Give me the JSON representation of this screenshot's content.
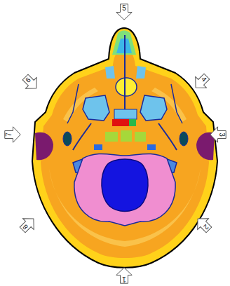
{
  "diagram": {
    "nodes": [
      {
        "text": [
          "5"
        ]
      },
      {
        "text": [
          "6"
        ]
      },
      {
        "text": [
          "4"
        ]
      },
      {
        "text": [
          "7"
        ]
      },
      {
        "text": [
          "3"
        ]
      },
      {
        "text": [
          "8"
        ]
      },
      {
        "text": [
          "2"
        ]
      },
      {
        "text": [
          "1"
        ]
      }
    ]
  }
}
